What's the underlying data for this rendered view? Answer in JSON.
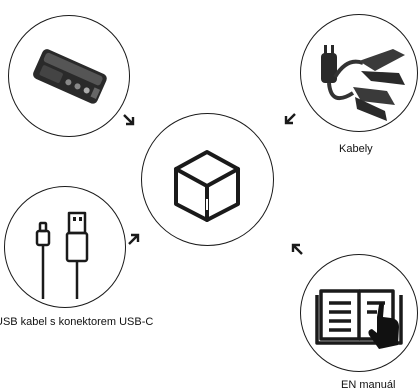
{
  "center": {
    "icon": "box-icon"
  },
  "items": [
    {
      "id": "device",
      "label": "",
      "icon": "jump-starter-device-icon"
    },
    {
      "id": "cables",
      "label": "Kabely",
      "icon": "clamp-cables-icon"
    },
    {
      "id": "usb",
      "label": "USB kabel s konektorem USB-C",
      "icon": "usb-cable-icon"
    },
    {
      "id": "manual",
      "label": "EN manuál",
      "icon": "manual-book-icon"
    }
  ],
  "colors": {
    "line": "#1a1a1a",
    "background": "#ffffff"
  }
}
